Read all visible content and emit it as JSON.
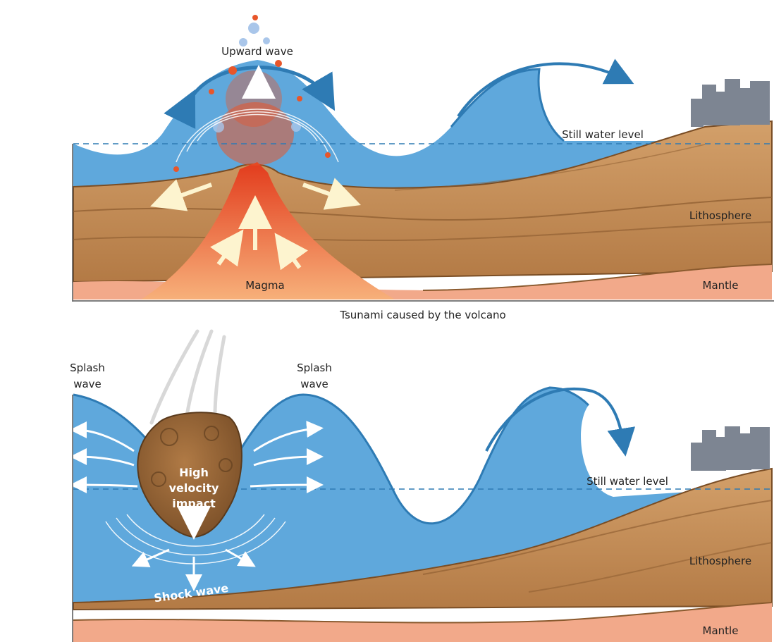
{
  "top_panel": {
    "labels": {
      "upward_wave": "Upward wave",
      "still_water": "Still water level",
      "lithosphere": "Lithosphere",
      "magma": "Magma",
      "mantle": "Mantle"
    },
    "caption": "Tsunami caused by the volcano"
  },
  "bottom_panel": {
    "labels": {
      "splash_left_1": "Splash",
      "splash_left_2": "wave",
      "splash_right_1": "Splash",
      "splash_right_2": "wave",
      "impact_1": "High",
      "impact_2": "velocity",
      "impact_3": "impact",
      "shock_wave": "Shock wave",
      "still_water": "Still water level",
      "lithosphere": "Lithosphere",
      "mantle": "Mantle"
    }
  },
  "colors": {
    "water": "#5fa8dc",
    "wave_line": "#2e7bb4",
    "rock": "#c8955c",
    "rock_dark": "#8a5a2e",
    "magma": "#e8562a",
    "mantle": "#f2a98a",
    "city": "#7d8592"
  }
}
